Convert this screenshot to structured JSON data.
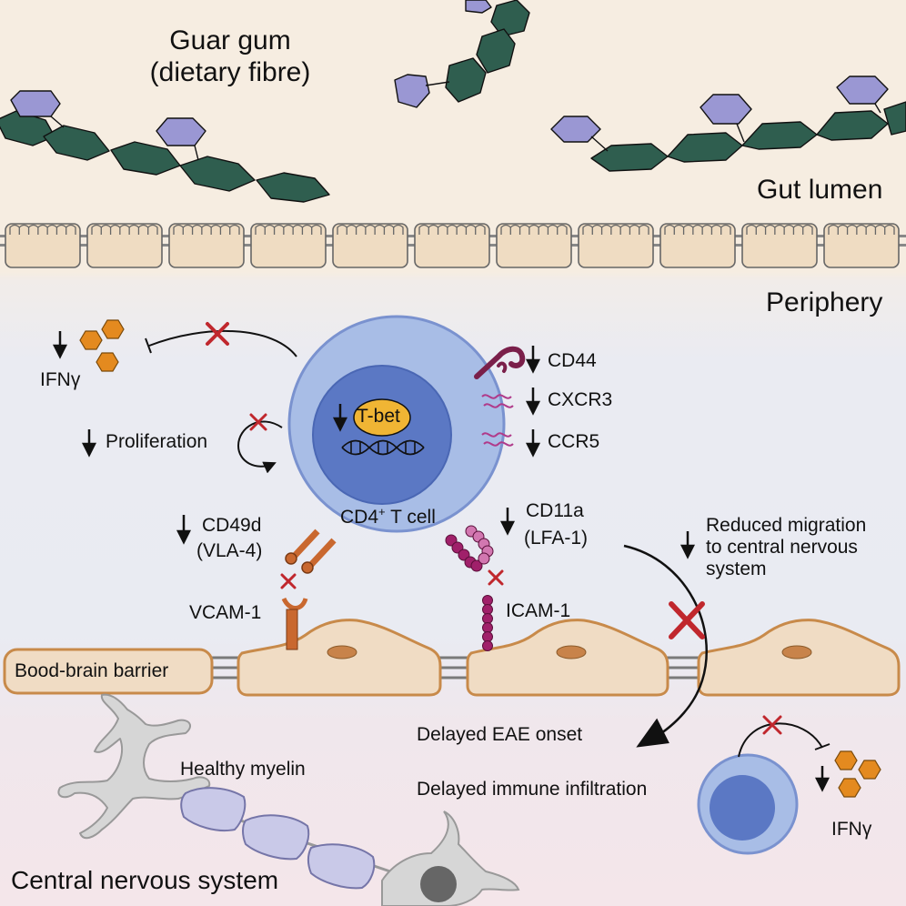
{
  "title_line1": "Guar gum",
  "title_line2": "(dietary fibre)",
  "gut_lumen": "Gut lumen",
  "periphery": "Periphery",
  "ifng": "IFNγ",
  "proliferation": "Proliferation",
  "tbet": "T-bet",
  "cd44": "CD44",
  "cxcr3": "CXCR3",
  "ccr5": "CCR5",
  "cd4_prefix": "CD4",
  "cd4_sup": "+",
  "cd4_suffix": " T cell",
  "cd49d": "CD49d",
  "vla4": "(VLA-4)",
  "cd11a": "CD11a",
  "lfa1": "(LFA-1)",
  "reduced_1": "Reduced migration",
  "reduced_2": "to central nervous",
  "reduced_3": "system",
  "vcam1": "VCAM-1",
  "icam1": "ICAM-1",
  "bbb": "Bood-brain barrier",
  "delayed_eae": "Delayed EAE onset",
  "delayed_imm": "Delayed immune infiltration",
  "healthy_myelin": "Healthy myelin",
  "cns": "Central nervous system",
  "ifng2": "IFNγ",
  "colors": {
    "lumen_bg": "#f6ede1",
    "periphery_bg": "#e9ebf2",
    "cns_bg": "#f3e6ea",
    "polymer_green": "#2f5e4f",
    "hexagon_purple": "#9a97d3",
    "cell_light": "#a8bde6",
    "cell_dark": "#5b78c4",
    "tbet_yellow": "#f0b534",
    "ifng_orange": "#e48a1f",
    "x_red": "#c0272d",
    "endothelium": "#f0dcc4",
    "endothelium_border": "#c88a4a",
    "vla4_orange": "#c9682f",
    "lfa1_magenta": "#a0206a"
  }
}
